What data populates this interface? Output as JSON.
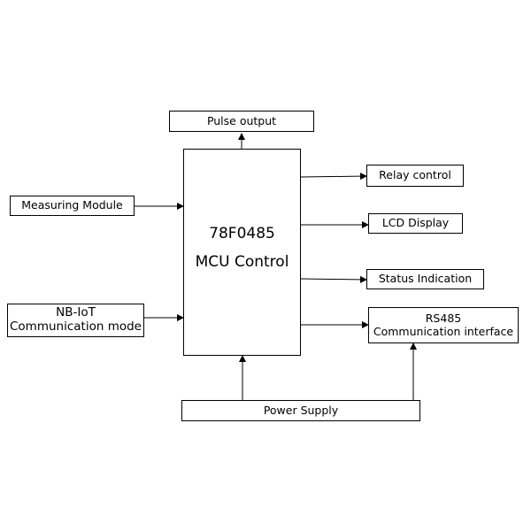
{
  "diagram": {
    "mcu": {
      "line1": "78F0485",
      "line2": "MCU Control"
    },
    "pulse_output": "Pulse output",
    "measuring_module": "Measuring Module",
    "nbiot": {
      "line1": "NB-IoT",
      "line2": "Communication mode"
    },
    "relay_control": "Relay control",
    "lcd_display": "LCD Display",
    "status_indication": "Status Indication",
    "rs485": {
      "line1": "RS485",
      "line2": "Communication interface"
    },
    "power_supply": "Power Supply",
    "colors": {
      "line": "#000000",
      "background": "#ffffff"
    }
  }
}
